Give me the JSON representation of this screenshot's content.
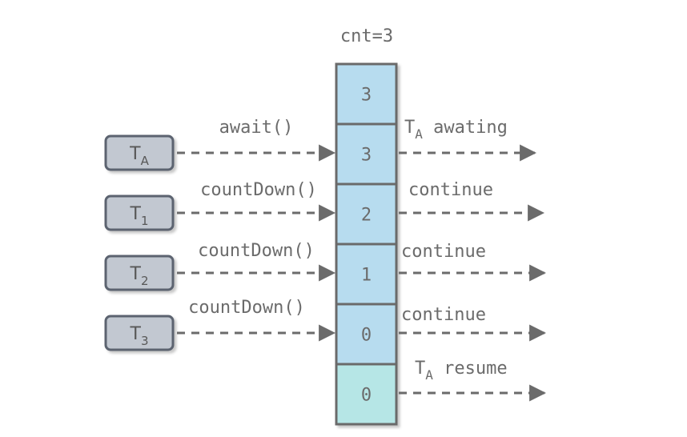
{
  "counter_label": "cnt=3",
  "colors": {
    "line": "#6b6b6b",
    "cell_blue": "#b7dcef",
    "cell_teal": "#b6e6e6",
    "thread_box": "#c2c8d1",
    "thread_border": "#5b6470",
    "text": "#6b6b6b"
  },
  "cells": [
    {
      "value": "3",
      "color": "blue"
    },
    {
      "value": "3",
      "color": "blue"
    },
    {
      "value": "2",
      "color": "blue"
    },
    {
      "value": "1",
      "color": "blue"
    },
    {
      "value": "0",
      "color": "blue"
    },
    {
      "value": "0",
      "color": "teal"
    }
  ],
  "threads": [
    {
      "name": "T",
      "sub": "A",
      "call": "await()"
    },
    {
      "name": "T",
      "sub": "1",
      "call": "countDown()"
    },
    {
      "name": "T",
      "sub": "2",
      "call": "countDown()"
    },
    {
      "name": "T",
      "sub": "3",
      "call": "countDown()"
    }
  ],
  "results": [
    {
      "text": "awating",
      "prefix": "T",
      "prefix_sub": "A"
    },
    {
      "text": "continue",
      "prefix": "",
      "prefix_sub": ""
    },
    {
      "text": "continue",
      "prefix": "",
      "prefix_sub": ""
    },
    {
      "text": "continue",
      "prefix": "",
      "prefix_sub": ""
    },
    {
      "text": "resume",
      "prefix": "T",
      "prefix_sub": "A"
    }
  ]
}
